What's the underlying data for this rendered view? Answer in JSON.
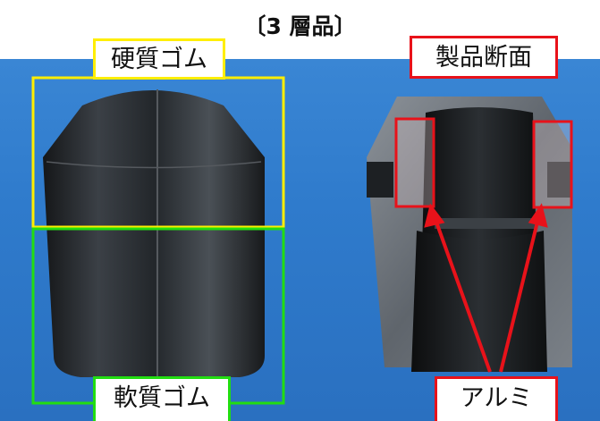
{
  "title": "〔3 層品〕",
  "labels": {
    "hard_rubber": "硬質ゴム",
    "soft_rubber": "軟質ゴム",
    "cross_section": "製品断面",
    "aluminum": "アルミ"
  },
  "colors": {
    "hard_rubber_frame": "#ffee00",
    "soft_rubber_frame": "#22dd11",
    "annotation_red": "#e8121a",
    "background_blue": "#2f7bcc"
  }
}
